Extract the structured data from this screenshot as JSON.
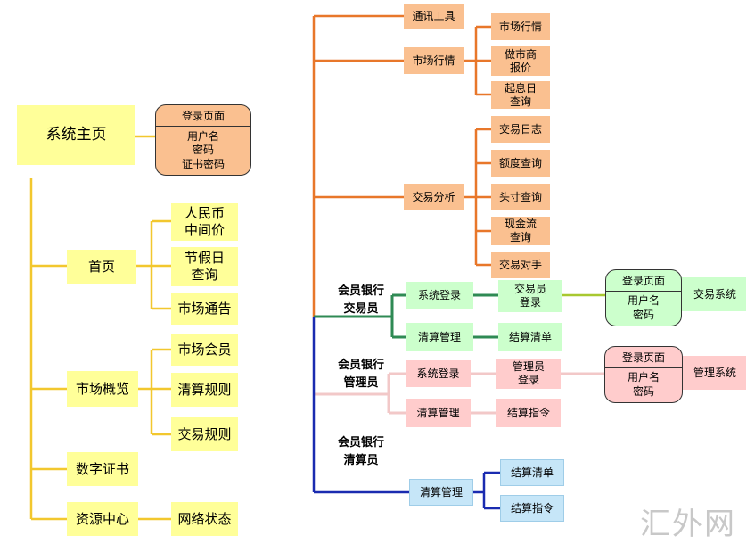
{
  "left_tree": {
    "root": "系统主页",
    "login": {
      "title": "登录页面",
      "fields": "用户名\n密码\n证书密码"
    },
    "nodes": {
      "home": "首页",
      "rmb_mid": "人民币\n中间价",
      "holiday": "节假日\n查询",
      "notice": "市场通告",
      "overview": "市场概览",
      "members": "市场会员",
      "clearing_rules": "清算规则",
      "trading_rules": "交易规则",
      "cert": "数字证书",
      "resources": "资源中心",
      "network": "网络状态"
    }
  },
  "right_tree": {
    "tools": "通讯工具",
    "market": "市场行情",
    "market_sub": [
      "市场行情",
      "做市商\n报价",
      "起息日\n查询"
    ],
    "analysis": "交易分析",
    "analysis_sub": [
      "交易日志",
      "额度查询",
      "头寸查询",
      "现金流\n查询",
      "交易对手"
    ],
    "role_trader": "会员银行\n交易员",
    "trader_login": "系统登录",
    "trader_login_target": "交易员\n登录",
    "trader_clear": "清算管理",
    "trader_clear_target": "结算清单",
    "trader_system": {
      "title": "登录页面",
      "fields": "用户名\n密码",
      "system": "交易系统"
    },
    "role_admin": "会员银行\n管理员",
    "admin_login": "系统登录",
    "admin_login_target": "管理员\n登录",
    "admin_clear": "清算管理",
    "admin_clear_target": "结算指令",
    "admin_system": {
      "title": "登录页面",
      "fields": "用户名\n密码",
      "system": "管理系统"
    },
    "role_clearer": "会员银行\n清算员",
    "clearer_clear": "清算管理",
    "clearer_sub": [
      "结算清单",
      "结算指令"
    ]
  },
  "watermark": "汇外网",
  "colors": {
    "yellow": "#f2c72e",
    "orange": "#e8772a",
    "green": "#2f8a54",
    "olive": "#a8c830",
    "pink": "#f2c8c8",
    "blue": "#1a2bb0"
  }
}
